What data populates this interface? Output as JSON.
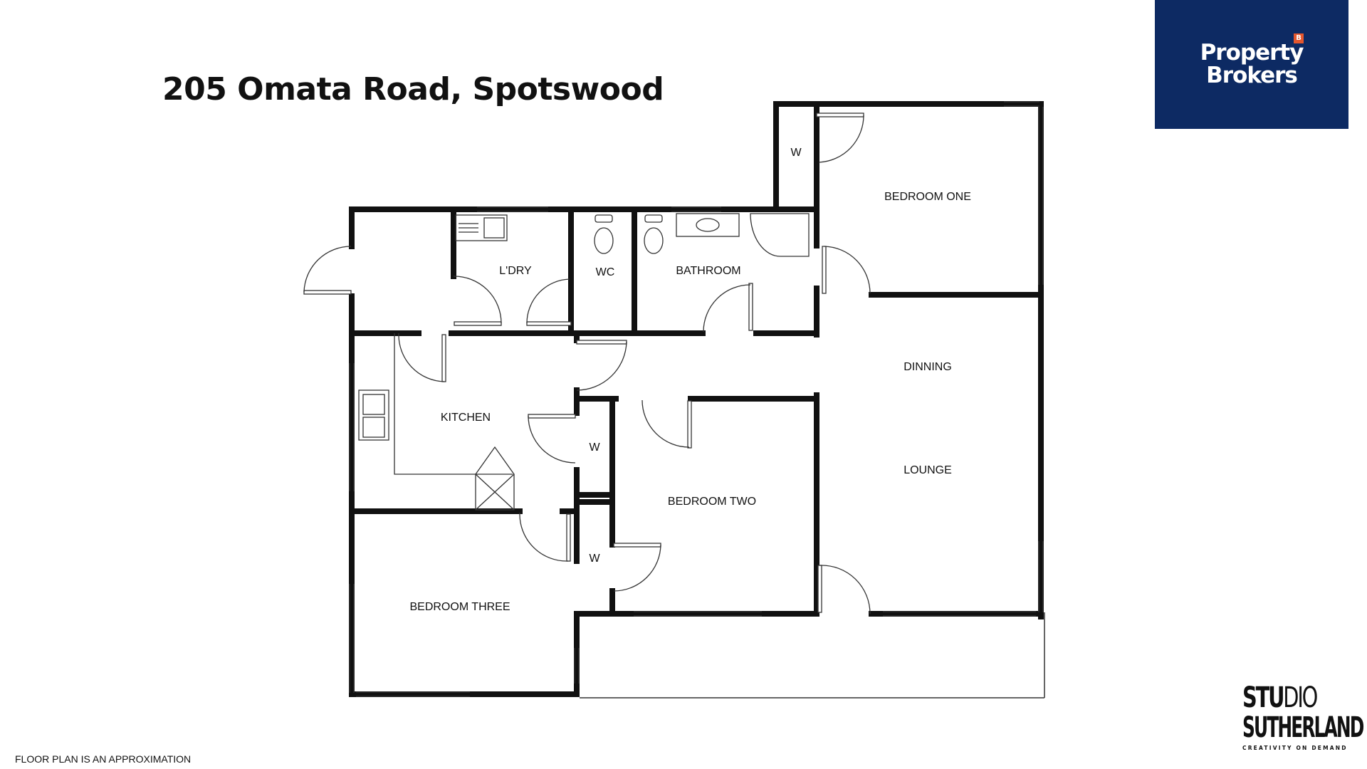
{
  "header": {
    "title": "205 Omata Road, Spotswood"
  },
  "brand": {
    "line1": "Property",
    "line2": "Brokers",
    "badge": "B",
    "background_color": "#0d2a63",
    "badge_color": "#e4572e"
  },
  "rooms": {
    "bedroom_one": "BEDROOM ONE",
    "wardrobe_bed1": "W",
    "laundry": "L'DRY",
    "wc": "WC",
    "bathroom": "BATHROOM",
    "dinning": "DINNING",
    "lounge": "LOUNGE",
    "kitchen": "KITCHEN",
    "wardrobe_upper": "W",
    "wardrobe_lower": "W",
    "bedroom_two": "BEDROOM TWO",
    "bedroom_three": "BEDROOM THREE"
  },
  "footer": {
    "note": "FLOOR PLAN IS AN APPROXIMATION"
  },
  "studio": {
    "part1": "STU",
    "part1_thin": "DIO",
    "part2": "SUTHERLAND",
    "tagline": "CREATIVITY ON DEMAND"
  }
}
